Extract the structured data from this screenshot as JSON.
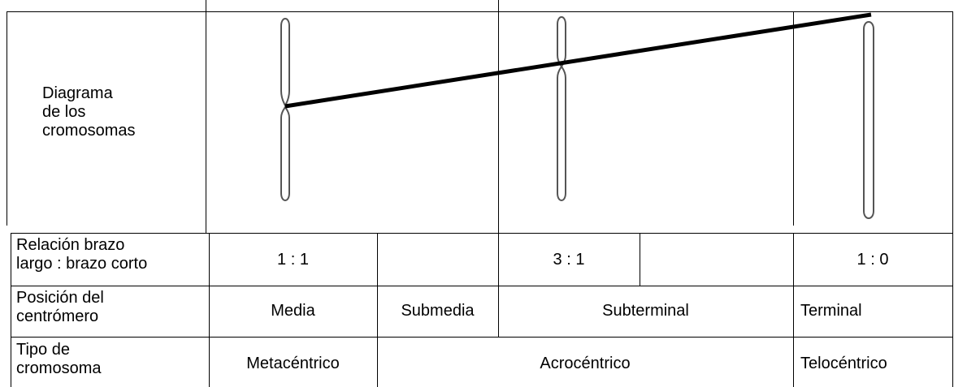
{
  "diagram_label": "Diagrama\nde los\ncromosomas",
  "rows": {
    "ratio": {
      "label": "Relación brazo\nlargo : brazo corto",
      "metacentric": "1 : 1",
      "submedian": "",
      "subterminal_a": "3 : 1",
      "subterminal_b": "",
      "terminal": "1 : 0"
    },
    "position": {
      "label": "Posición del\ncentrómero",
      "media": "Media",
      "submedia": "Submedia",
      "subterminal": "Subterminal",
      "terminal": "Terminal"
    },
    "type": {
      "label": "Tipo de\ncromosoma",
      "metacentric": "Metacéntrico",
      "acrocentric": "Acrocéntrico",
      "telocentric": "Telocéntrico"
    }
  },
  "colors": {
    "line": "#000000",
    "chromosome": "#555555"
  }
}
